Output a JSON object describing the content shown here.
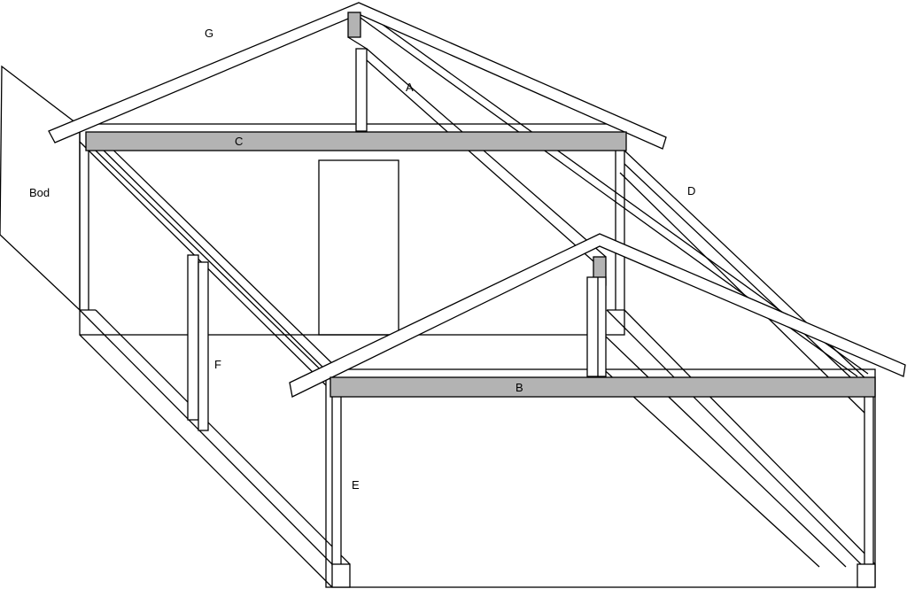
{
  "labels": {
    "G": "G",
    "A": "A",
    "C": "C",
    "D": "D",
    "Bod": "Bod",
    "F": "F",
    "B": "B",
    "E": "E"
  },
  "colors": {
    "beam_fill": "#b3b3b3",
    "line": "#000000"
  }
}
